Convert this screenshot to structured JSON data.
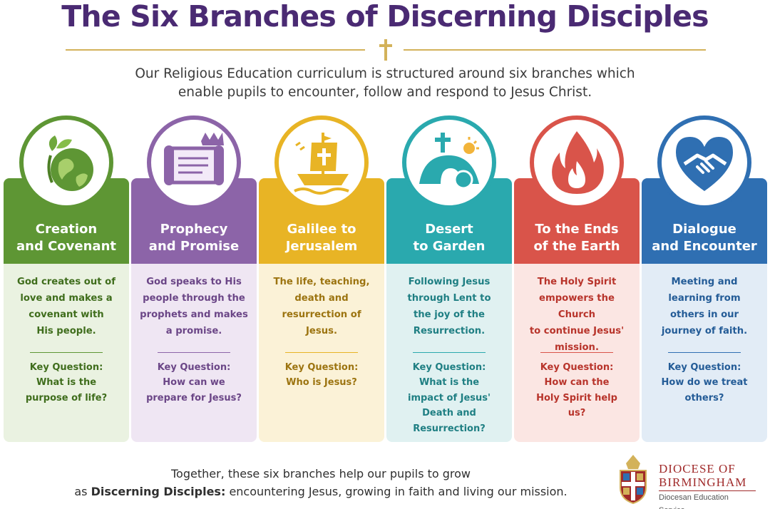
{
  "title": "The Six Branches of Discerning Disciples",
  "intro": {
    "line1": "Our Religious Education curriculum is structured around six branches which",
    "line2": "enable pupils to encounter, follow and respond to Jesus Christ."
  },
  "branches": [
    {
      "title_line1": "Creation",
      "title_line2": "and Covenant",
      "desc": [
        "God creates out of",
        "love and makes a",
        "covenant with",
        "His people."
      ],
      "key_label": "Key Question:",
      "question": [
        "What is the",
        "purpose of life?"
      ],
      "icon": "globe-leaves-icon",
      "color": "#5e9634",
      "body_color": "#eaf2e1",
      "text_color": "#3f6d1c"
    },
    {
      "title_line1": "Prophecy",
      "title_line2": "and Promise",
      "desc": [
        "God speaks to His",
        "people through the",
        "prophets and makes",
        "a promise."
      ],
      "key_label": "Key Question:",
      "question": [
        "How can we",
        "prepare for Jesus?"
      ],
      "icon": "scroll-crown-icon",
      "color": "#8c64a8",
      "body_color": "#efe6f3",
      "text_color": "#6b4687"
    },
    {
      "title_line1": "Galilee to",
      "title_line2": "Jerusalem",
      "desc": [
        "The life, teaching,",
        "death and",
        "resurrection of",
        "Jesus."
      ],
      "key_label": "Key Question:",
      "question": [
        "Who is Jesus?"
      ],
      "icon": "boat-cross-icon",
      "color": "#e8b425",
      "body_color": "#fbf2d7",
      "text_color": "#9c7410"
    },
    {
      "title_line1": "Desert",
      "title_line2": "to Garden",
      "desc": [
        "Following Jesus",
        "through Lent to",
        "the joy of the",
        "Resurrection."
      ],
      "key_label": "Key Question:",
      "question": [
        "What is the",
        "impact of Jesus'",
        "Death and",
        "Resurrection?"
      ],
      "icon": "empty-tomb-icon",
      "color": "#2aa9ae",
      "body_color": "#e0f1f1",
      "text_color": "#1f7f83"
    },
    {
      "title_line1": "To the Ends",
      "title_line2": "of the Earth",
      "desc": [
        "The Holy Spirit",
        "empowers the Church",
        "to continue Jesus'",
        "mission."
      ],
      "key_label": "Key Question:",
      "question": [
        "How can the",
        "Holy Spirit help",
        "us?"
      ],
      "icon": "flame-icon",
      "color": "#d9544a",
      "body_color": "#fbe6e3",
      "text_color": "#b8342b"
    },
    {
      "title_line1": "Dialogue",
      "title_line2": "and Encounter",
      "desc": [
        "Meeting and",
        "learning from",
        "others in our",
        "journey of faith."
      ],
      "key_label": "Key Question:",
      "question": [
        "How do we treat",
        "others?"
      ],
      "icon": "heart-handshake-icon",
      "color": "#2f6fb2",
      "body_color": "#e2ecf6",
      "text_color": "#245c97"
    }
  ],
  "footer": {
    "line1": "Together, these six branches help our pupils to grow",
    "line2_prefix": "as ",
    "line2_bold": "Discerning Disciples:",
    "line2_rest": " encountering Jesus, growing in faith and living our mission."
  },
  "logo": {
    "line1": "DIOCESE OF",
    "line2": "BIRMINGHAM",
    "line3": "Diocesan Education Service"
  }
}
